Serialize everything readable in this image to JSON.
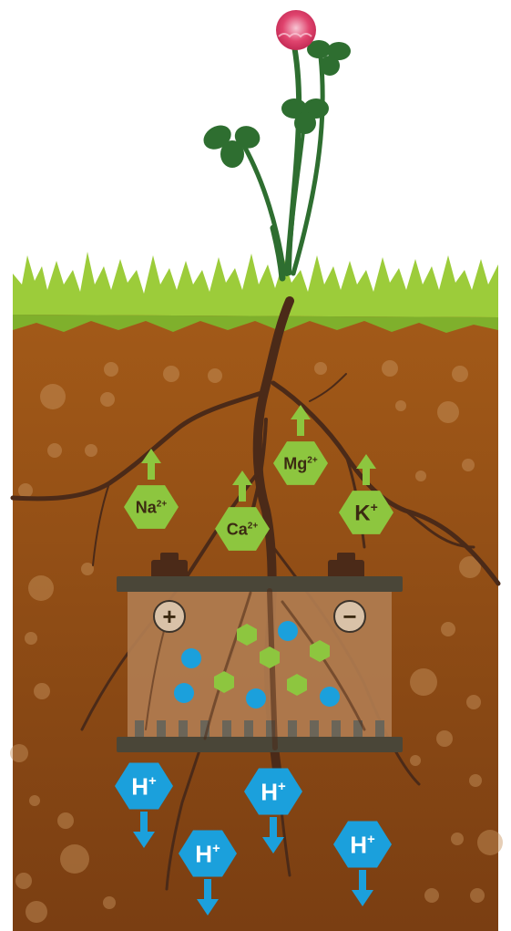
{
  "cations": [
    {
      "symbol": "Na",
      "charge": "2+",
      "name": "sodium-ion"
    },
    {
      "symbol": "Ca",
      "charge": "2+",
      "name": "calcium-ion"
    },
    {
      "symbol": "Mg",
      "charge": "2+",
      "name": "magnesium-ion"
    },
    {
      "symbol": "K",
      "charge": "+",
      "name": "potassium-ion"
    }
  ],
  "hydrogen_ions": [
    {
      "symbol": "H",
      "charge": "+"
    },
    {
      "symbol": "H",
      "charge": "+"
    },
    {
      "symbol": "H",
      "charge": "+"
    },
    {
      "symbol": "H",
      "charge": "+"
    }
  ],
  "battery": {
    "positive_symbol": "+",
    "negative_symbol": "−"
  },
  "colors": {
    "sky": "#ffffff",
    "grass": "#9ccc3a",
    "soil_top": "#a35a18",
    "soil_bottom": "#7a3e12",
    "root": "#4b2a18",
    "cation": "#8dc63f",
    "hydrogen": "#1ba0dc",
    "battery_body": "#b07c50",
    "battery_plate": "#4a4638",
    "flower": "#e0446e",
    "leaf": "#2e6e30"
  }
}
